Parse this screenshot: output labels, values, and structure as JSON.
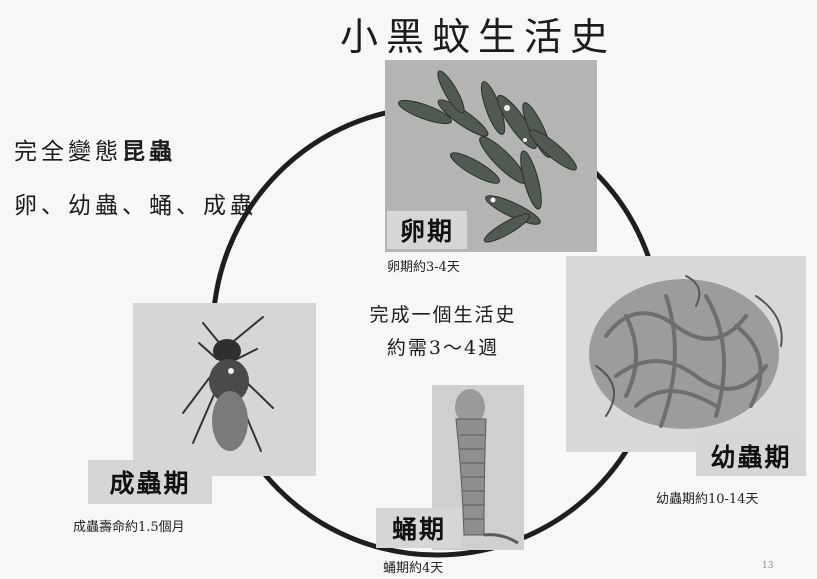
{
  "title": "小黑蚊生活史",
  "intro": {
    "line1_prefix": "完全變態",
    "line1_bold": "昆蟲",
    "line2": "卵、幼蟲、蛹、成蟲"
  },
  "center_note": {
    "line1": "完成一個生活史",
    "line2": "約需3～4週"
  },
  "stages": {
    "egg": {
      "label": "卵期",
      "caption": "卵期約3-4天"
    },
    "larva": {
      "label": "幼蟲期",
      "caption": "幼蟲期約10-14天"
    },
    "pupa": {
      "label": "蛹期",
      "caption": "蛹期約4天"
    },
    "adult": {
      "label": "成蟲期",
      "caption": "成蟲壽命約1.5個月"
    }
  },
  "page_number": "13"
}
